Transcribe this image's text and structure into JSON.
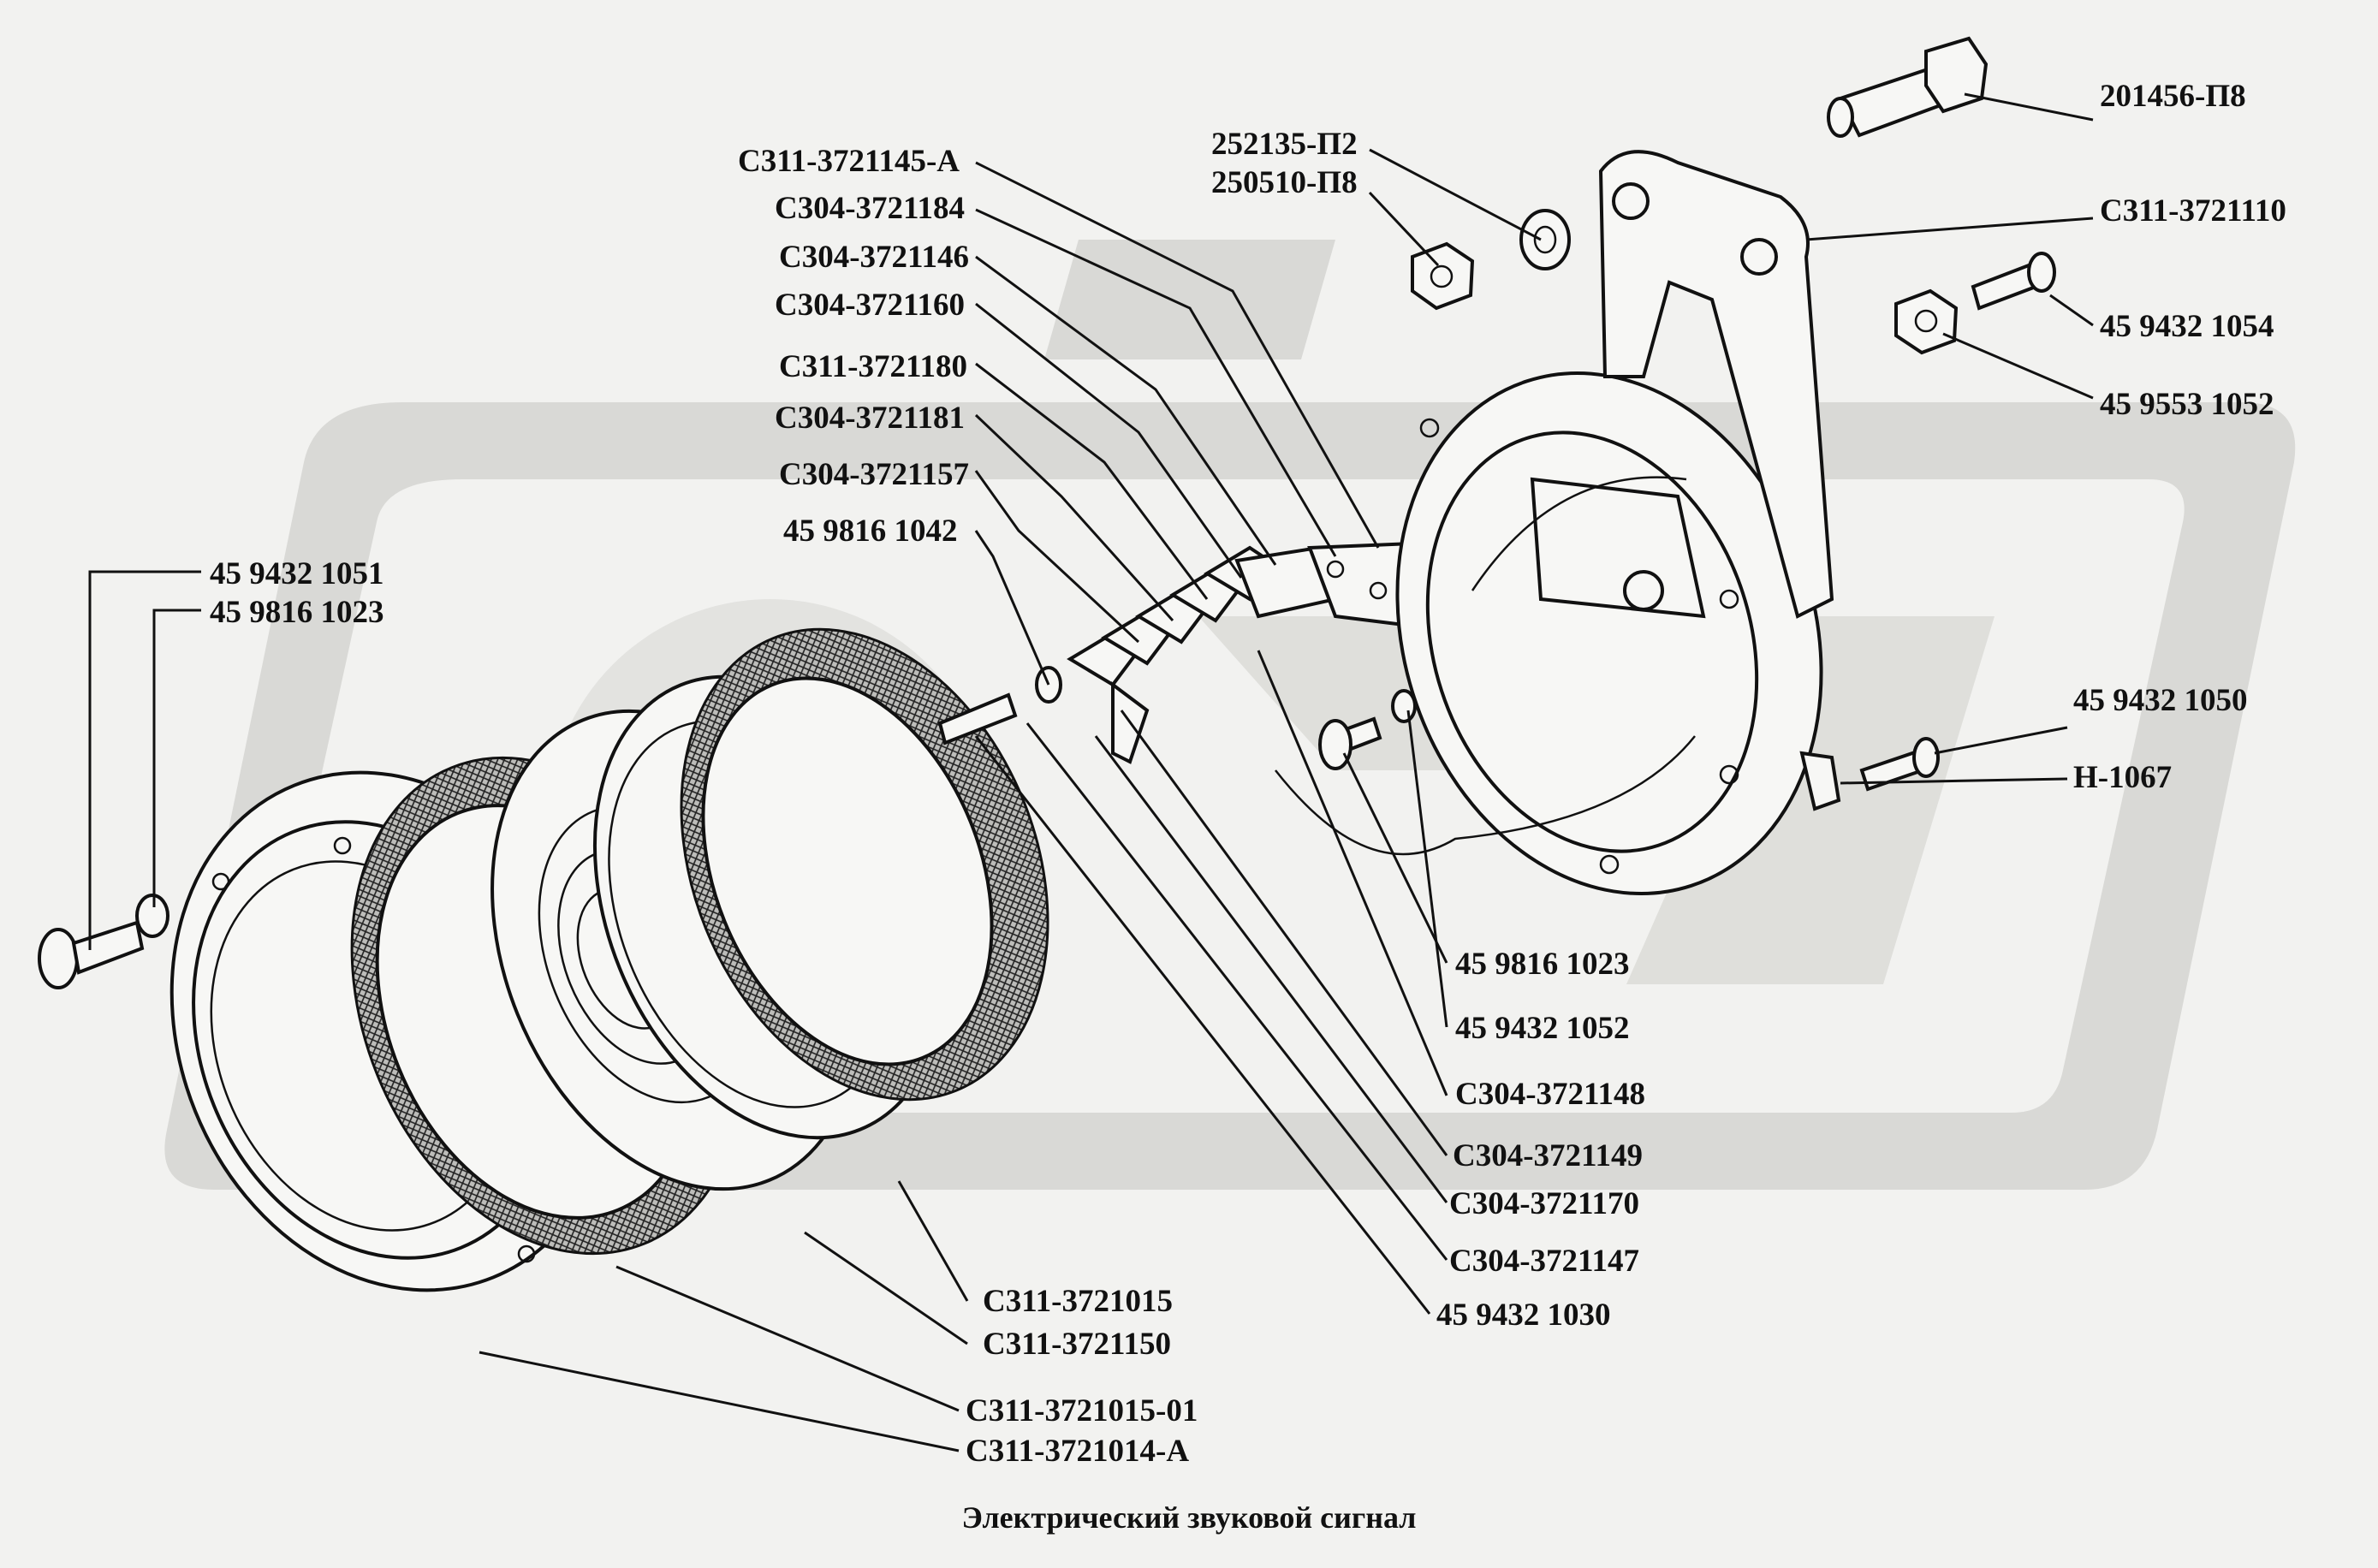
{
  "caption": "Электрический звуковой сигнал",
  "colors": {
    "background": "#f2f2f0",
    "ink": "#111111",
    "watermark": "#d9d9d6"
  },
  "labels": [
    "201456-П8",
    "252135-П2",
    "250510-П8",
    "С311-3721110",
    "45 9432 1054",
    "45 9553 1052",
    "С311-3721145-А",
    "С304-3721184",
    "С304-3721146",
    "С304-3721160",
    "С311-3721180",
    "С304-3721181",
    "С304-3721157",
    "45 9816 1042",
    "45 9432 1051",
    "45 9816 1023",
    "45 9432 1050",
    "Н-1067",
    "45 9816 1023",
    "45 9432 1052",
    "С304-3721148",
    "С304-3721149",
    "С304-3721170",
    "С304-3721147",
    "45 9432 1030",
    "С311-3721015",
    "С311-3721150",
    "С311-3721015-01",
    "С311-3721014-А"
  ]
}
